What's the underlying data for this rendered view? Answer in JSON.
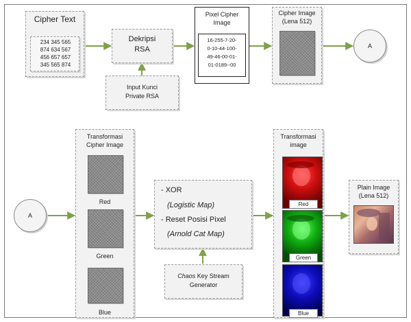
{
  "colors": {
    "arrow": "#7ea14a",
    "box_fill": "#f2f2f2",
    "border": "#9a9a9a"
  },
  "cipher_text": {
    "title": "Cipher Text",
    "lines": [
      "234 345 565",
      "874 634 567",
      "456 657 657",
      "345 565 874"
    ]
  },
  "dekripsi": {
    "line1": "Dekripsi",
    "line2": "RSA"
  },
  "input_kunci": {
    "line1": "Input Kunci",
    "line2": "Private RSA"
  },
  "pixel_cipher": {
    "title_line1": "Pixel Cipher",
    "title_line2": "Image",
    "lines": [
      "16-255-7-20-",
      "0-10-44-100-",
      "49-46-00-01-",
      "01-0189--00"
    ]
  },
  "cipher_image": {
    "line1": "Cipher Image",
    "line2": "(Lena 512)"
  },
  "connector_top": {
    "label": "A"
  },
  "connector_bottom": {
    "label": "A"
  },
  "transform_cipher": {
    "line1": "Transformasi",
    "line2": "Cipher Image",
    "channels": [
      "Red",
      "Green",
      "Blue"
    ]
  },
  "process": {
    "line1": "- XOR",
    "line2": "(Logistic Map)",
    "line3": "- Reset Posisi Pixel",
    "line4": "(Arnold Cat Map)"
  },
  "chaos": {
    "italic": "Chaos",
    "rest": " Key Stream",
    "line2": "Generator"
  },
  "transform_image": {
    "line1": "Transformasi",
    "line2": "image",
    "channels": [
      "Red",
      "Green",
      "Blue"
    ]
  },
  "plain_image": {
    "line1": "Plain Image",
    "line2": "(Lena 512)"
  }
}
